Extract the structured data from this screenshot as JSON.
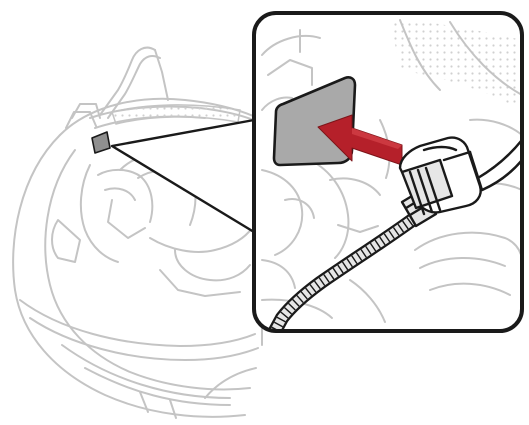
{
  "illustration": {
    "subject": "helmet-interior-with-magnified-inset",
    "colors": {
      "background": "#ffffff",
      "line_light": "#c4c4c4",
      "line_dark": "#1a1a1a",
      "pad_fill": "#a9a9a9",
      "arrow": "#b5202a",
      "arrow_dark": "#7d1419",
      "cable_fill": "#e6e6e6",
      "dot_texture": "#d0d0d0"
    },
    "icons": [
      "helmet-outline",
      "magnifier-inset",
      "attachment-pad",
      "insert-arrow",
      "speaker-connector",
      "coiled-cable"
    ]
  }
}
